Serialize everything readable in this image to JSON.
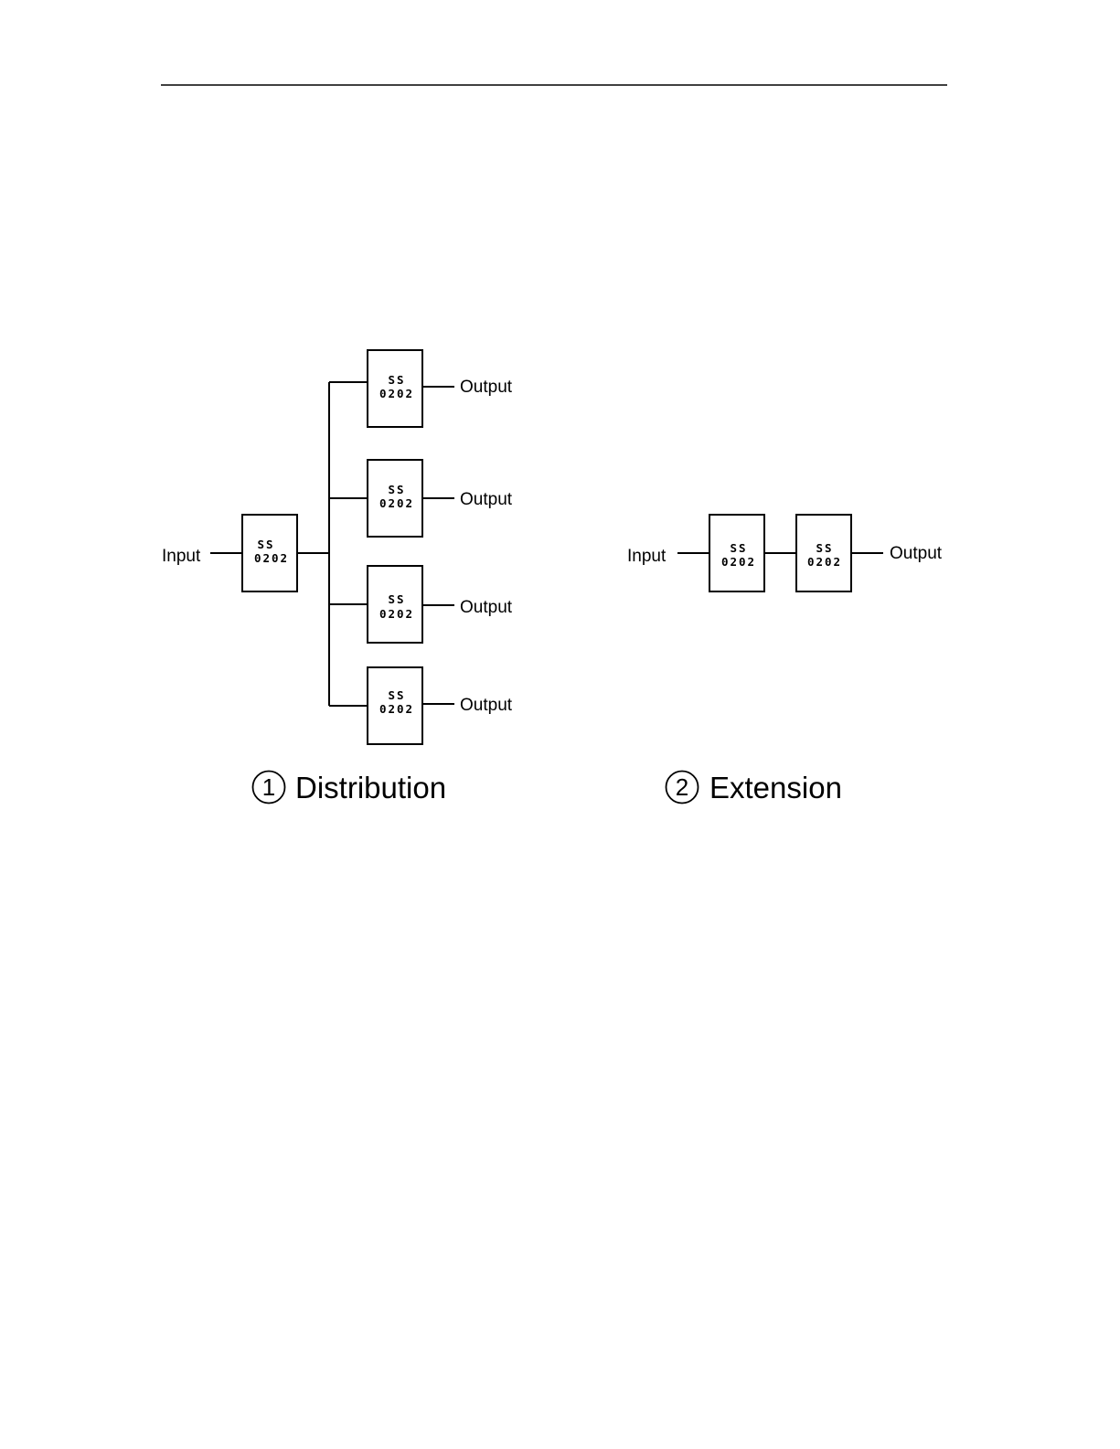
{
  "distribution": {
    "number": "1",
    "caption": "Distribution",
    "input_label": "Input",
    "output_label": "Output",
    "device": {
      "line1": "SS",
      "line2": "0202"
    }
  },
  "extension": {
    "number": "2",
    "caption": "Extension",
    "input_label": "Input",
    "output_label": "Output",
    "device": {
      "line1": "SS",
      "line2": "0202"
    }
  }
}
